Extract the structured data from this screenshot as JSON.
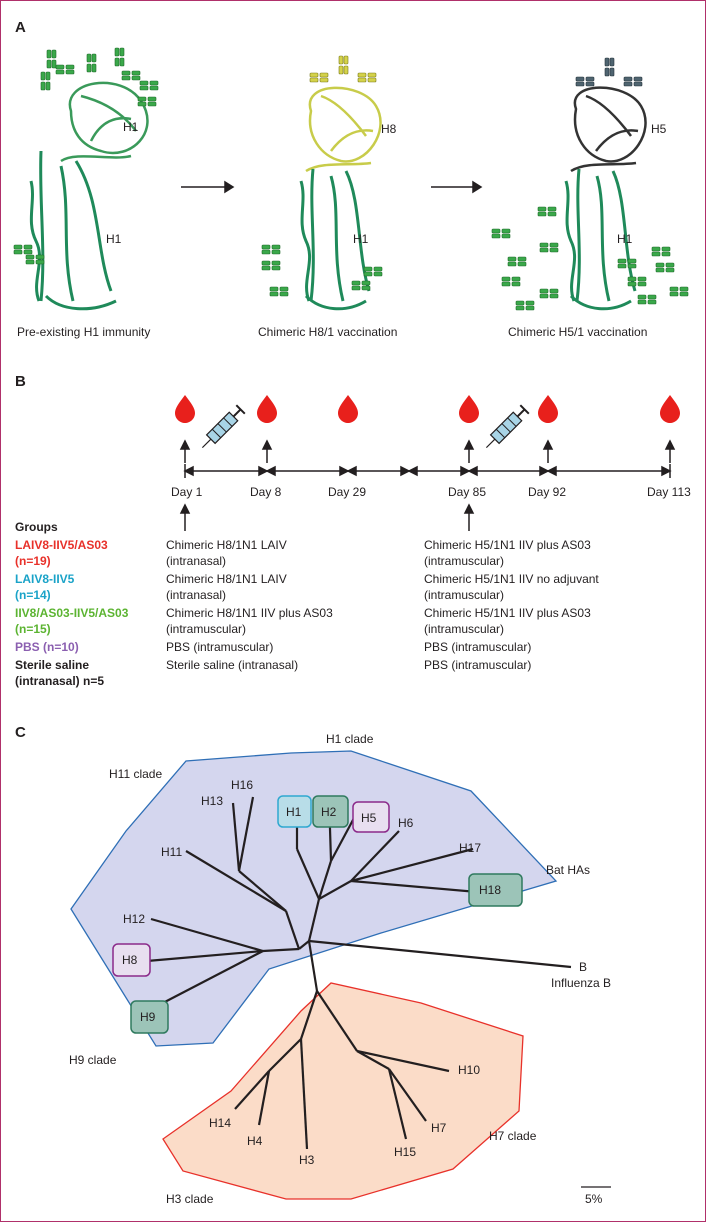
{
  "panel_a": {
    "label": "A",
    "stages": [
      {
        "head_label": "H1",
        "stalk_label": "H1",
        "caption": "Pre-existing H1 immunity",
        "head_color": "#3a9a5a"
      },
      {
        "head_label": "H8",
        "stalk_label": "H1",
        "caption": "Chimeric H8/1 vaccination",
        "head_color": "#c8cc4a"
      },
      {
        "head_label": "H5",
        "stalk_label": "H1",
        "caption": "Chimeric H5/1 vaccination",
        "head_color": "#333333"
      }
    ],
    "antibody_colors": {
      "green": "#3aa84a",
      "yellow": "#d4d24a",
      "slate": "#4f6470"
    }
  },
  "panel_b": {
    "label": "B",
    "days": [
      "Day 1",
      "Day 8",
      "Day 29",
      "Day 85",
      "Day 92",
      "Day 113"
    ],
    "groups_title": "Groups",
    "groups": [
      {
        "name": "LAIV8-IIV5/AS03",
        "n": "(n=19)",
        "color": "#e8312a",
        "prime": [
          "Chimeric H8/1N1 LAIV",
          "(intranasal)"
        ],
        "boost": [
          "Chimeric H5/1N1 IIV plus AS03",
          "(intramuscular)"
        ]
      },
      {
        "name": "LAIV8-IIV5",
        "n": "(n=14)",
        "color": "#1aa3c8",
        "prime": [
          "Chimeric H8/1N1 LAIV",
          "(intranasal)"
        ],
        "boost": [
          "Chimeric H5/1N1 IIV no adjuvant",
          "(intramuscular)"
        ]
      },
      {
        "name": "IIV8/AS03-IIV5/AS03",
        "n": "(n=15)",
        "color": "#5cb432",
        "prime": [
          "Chimeric H8/1N1 IIV plus AS03",
          "(intramuscular)"
        ],
        "boost": [
          "Chimeric H5/1N1 IIV plus AS03",
          "(intramuscular)"
        ]
      },
      {
        "name": "PBS",
        "n": "(n=10)",
        "color": "#8b5fb0",
        "prime": [
          "PBS (intramuscular)"
        ],
        "boost": [
          "PBS (intramuscular)"
        ]
      },
      {
        "name": "Sterile saline",
        "n": "(intranasal) n=5",
        "color": "#231f20",
        "prime": [
          "Sterile saline (intranasal)"
        ],
        "boost": [
          "PBS (intramuscular)"
        ]
      }
    ],
    "colors": {
      "blood": "#e8201c",
      "syringe": "#a8d4e6"
    }
  },
  "panel_c": {
    "label": "C",
    "leaves": [
      "H1",
      "H2",
      "H5",
      "H6",
      "H17",
      "H18",
      "H16",
      "H13",
      "H11",
      "H12",
      "H8",
      "H9",
      "B",
      "H10",
      "H7",
      "H15",
      "H3",
      "H4",
      "H14"
    ],
    "boxed": [
      {
        "name": "H1",
        "fill": "#b8dde8",
        "stroke": "#2fa8d0"
      },
      {
        "name": "H2",
        "fill": "#9cc4b8",
        "stroke": "#2f7a5e"
      },
      {
        "name": "H5",
        "fill": "#e8dff0",
        "stroke": "#8b2a8a"
      },
      {
        "name": "H18",
        "fill": "#9cc4b8",
        "stroke": "#2f7a5e"
      },
      {
        "name": "H8",
        "fill": "#e8dff0",
        "stroke": "#8b2a8a"
      },
      {
        "name": "H9",
        "fill": "#9cc4b8",
        "stroke": "#2f7a5e"
      }
    ],
    "group_labels": [
      "H1 clade",
      "H11 clade",
      "Bat HAs",
      "H9 clade",
      "H7 clade",
      "H3 clade"
    ],
    "outgroup_label": "Influenza B",
    "scale_label": "5%",
    "colors": {
      "group1_fill": "#d4d6ee",
      "group1_stroke": "#2f6fb6",
      "group2_fill": "#fbdcc8",
      "group2_stroke": "#e8312a"
    }
  }
}
